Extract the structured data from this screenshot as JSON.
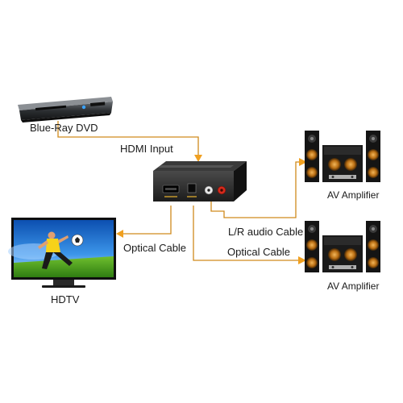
{
  "labels": {
    "source": "Blue-Ray DVD",
    "hdmi_input": "HDMI Input",
    "optical_cable_left": "Optical Cable",
    "tv": "HDTV",
    "lr_audio": "L/R audio Cable",
    "optical_cable_right": "Optical Cable",
    "amp_top": "AV Amplifier",
    "amp_bottom": "AV Amplifier"
  },
  "colors": {
    "connector_line": "#d08a1c",
    "arrow": "#f0a020",
    "device_body": "#2a2a2a",
    "screen_sky": "#1e78d6"
  },
  "icons": [
    "bluray-player-icon",
    "hdmi-splitter-icon",
    "hdtv-icon",
    "speaker-amplifier-icon"
  ]
}
